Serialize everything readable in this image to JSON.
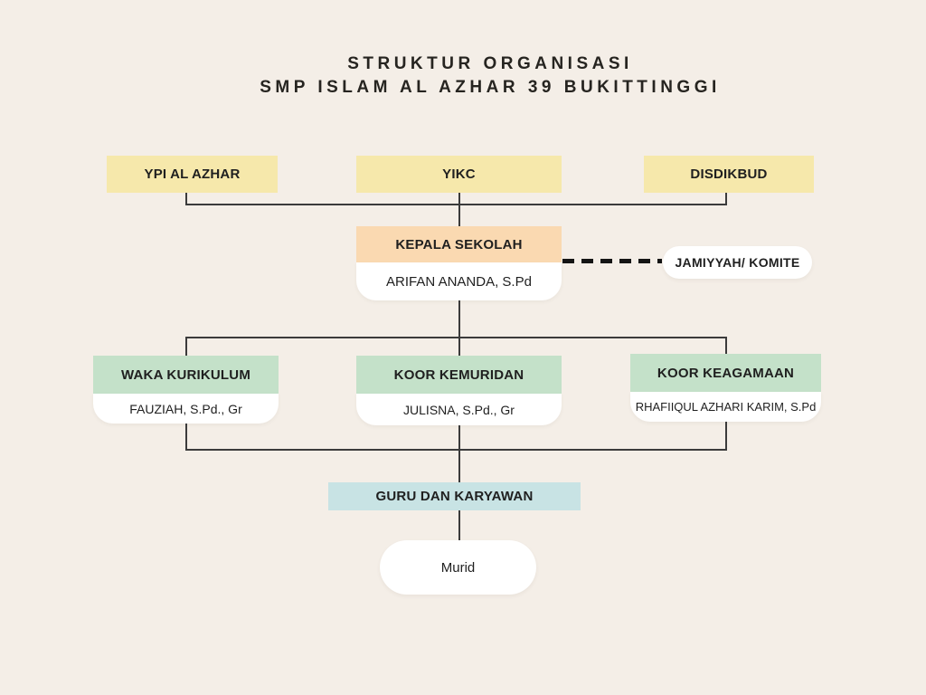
{
  "title": {
    "line1": "STRUKTUR ORGANISASI",
    "line2": "SMP ISLAM AL AZHAR 39 BUKITTINGGI"
  },
  "top_row": [
    {
      "label": "YPI AL AZHAR"
    },
    {
      "label": "YIKC"
    },
    {
      "label": "DISDIKBUD"
    }
  ],
  "principal": {
    "title": "KEPALA SEKOLAH",
    "name": "ARIFAN ANANDA, S.Pd"
  },
  "committee": {
    "label": "JAMIYYAH/ KOMITE"
  },
  "middle_row": [
    {
      "title": "WAKA KURIKULUM",
      "name": "FAUZIAH, S.Pd., Gr"
    },
    {
      "title": "KOOR KEMURIDAN",
      "name": "JULISNA, S.Pd., Gr"
    },
    {
      "title": "KOOR KEAGAMAAN",
      "name": "RHAFIIQUL AZHARI KARIM, S.Pd"
    }
  ],
  "staff": {
    "label": "GURU DAN KARYAWAN"
  },
  "students": {
    "label": "Murid"
  },
  "colors": {
    "background": "#F4EEE7",
    "yellow": "#F6E8AB",
    "peach": "#FAD9B1",
    "green": "#C4E1C9",
    "teal": "#C8E3E4",
    "white": "#FFFFFF",
    "line": "#3B3B3B",
    "text": "#1F1F1F"
  }
}
